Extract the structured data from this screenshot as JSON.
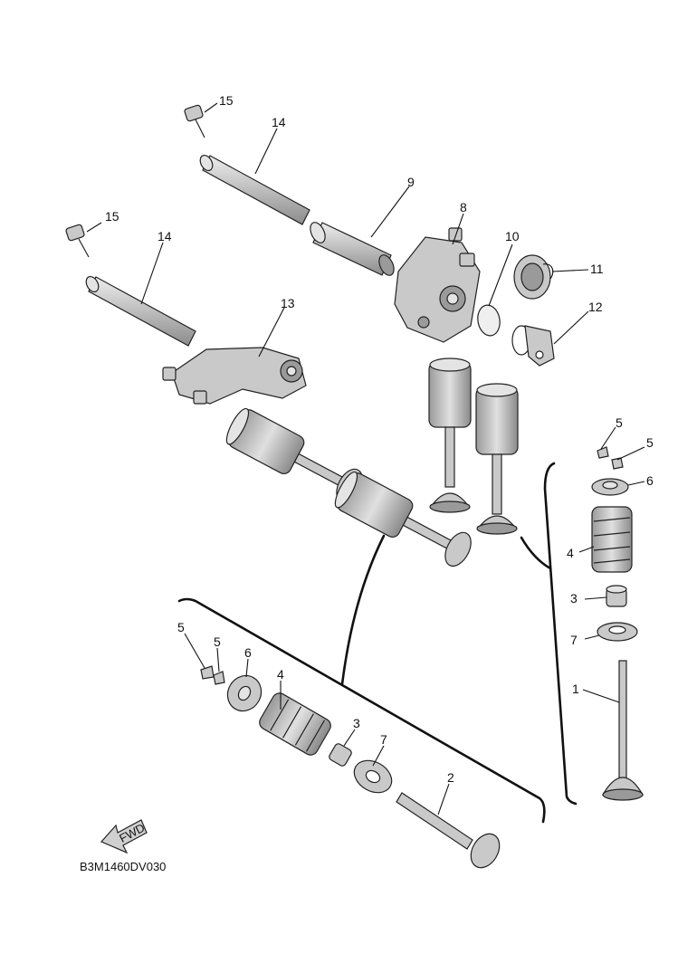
{
  "diagram": {
    "callouts": {
      "c15a": "15",
      "c14a": "14",
      "c9": "9",
      "c8": "8",
      "c10": "10",
      "c11": "11",
      "c15b": "15",
      "c14b": "14",
      "c13": "13",
      "c12": "12",
      "r5a": "5",
      "r5b": "5",
      "r6": "6",
      "r4": "4",
      "r3": "3",
      "r7": "7",
      "r1": "1",
      "l5a": "5",
      "l5b": "5",
      "l6": "6",
      "l4": "4",
      "l3": "3",
      "l7": "7",
      "l2": "2"
    },
    "fwd_label": "FWD",
    "drawing_code": "B3M1460DV030"
  }
}
